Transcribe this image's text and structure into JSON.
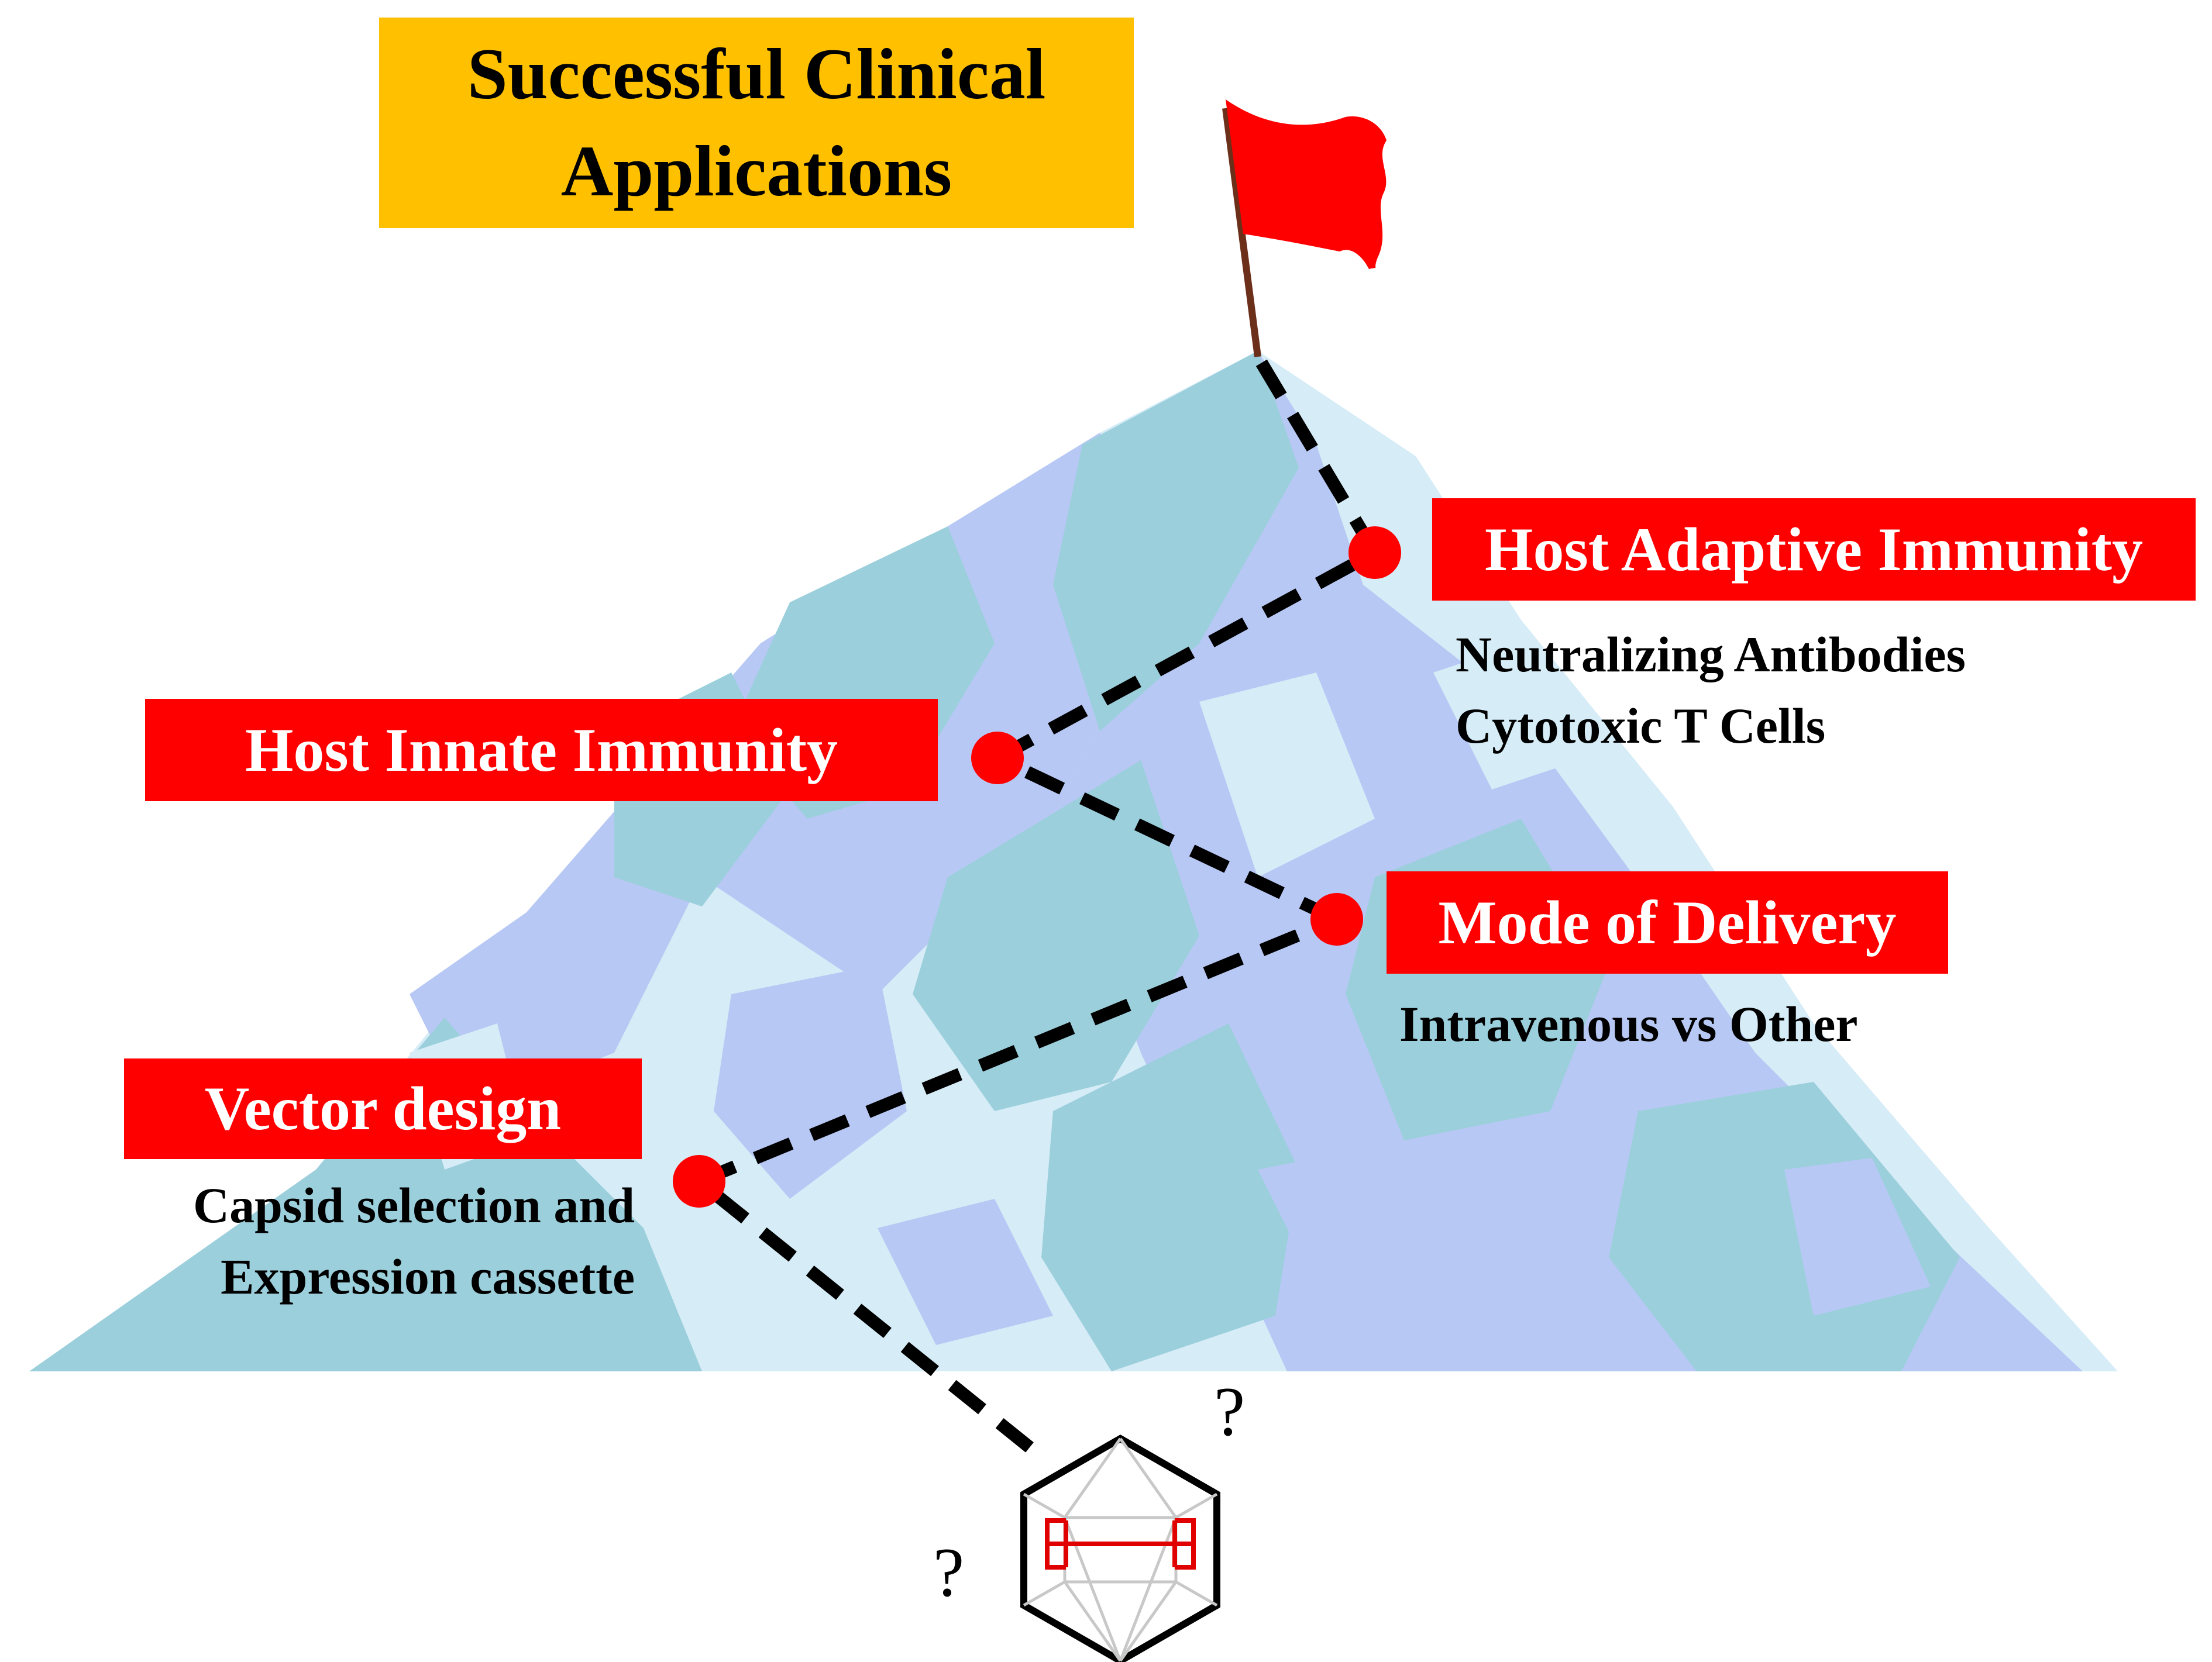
{
  "title": {
    "text": "Successful Clinical\nApplications",
    "color": "#ffc000"
  },
  "stages": [
    {
      "id": "vector-design",
      "label": "Vector design",
      "details": [
        "Capsid selection and",
        "Expression cassette"
      ]
    },
    {
      "id": "mode-of-delivery",
      "label": "Mode of Delivery",
      "details": [
        "Intravenous vs Other"
      ]
    },
    {
      "id": "host-innate-immunity",
      "label": "Host Innate Immunity",
      "details": []
    },
    {
      "id": "host-adaptive-immunity",
      "label": "Host Adaptive Immunity",
      "details": [
        "Neutralizing Antibodies",
        "Cytotoxic T Cells"
      ]
    }
  ],
  "question_marks": [
    "?",
    "?"
  ],
  "colors": {
    "label_background": "#ff0000",
    "label_text": "#ffffff",
    "waypoint": "#ff0000",
    "flag": "#ff0000",
    "mountain_light": "#d6ecf7",
    "mountain_teal": "#9bcfdc",
    "mountain_blue": "#b7c8f4",
    "path": "#000000"
  },
  "icons": {
    "summit": "flag-icon",
    "mountain": "mountain-icon",
    "vector": "aav-capsid-icon"
  }
}
